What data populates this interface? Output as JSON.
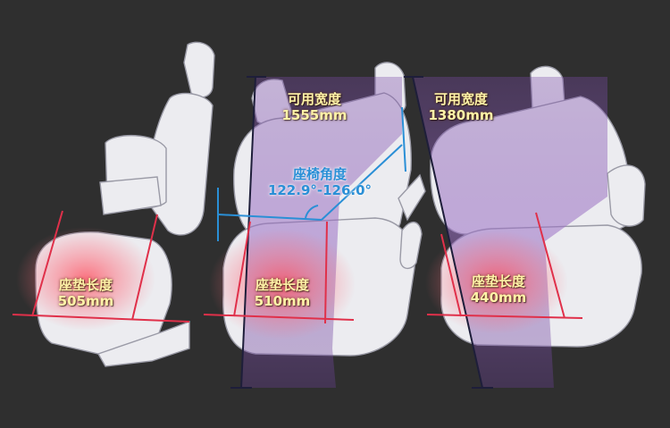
{
  "labels": {
    "front_cushion": {
      "name": "座垫长度",
      "value": "505mm"
    },
    "row2_width": {
      "name": "可用宽度",
      "value": "1555mm"
    },
    "row2_angle": {
      "name": "座椅角度",
      "value": "122.9°-126.0°"
    },
    "row2_cushion": {
      "name": "座垫长度",
      "value": "510mm"
    },
    "row3_width": {
      "name": "可用宽度",
      "value": "1380mm"
    },
    "row3_cushion": {
      "name": "座垫长度",
      "value": "440mm"
    }
  },
  "colors": {
    "background": "#2f2f2f",
    "seat": "#ececf0",
    "width_band": "#8a5fb0",
    "cushion_glow": "#ff5a5a",
    "measure_line_red": "#e0304a",
    "measure_line_dark": "#1e1e3a",
    "angle_line": "#2a8fd6",
    "label_text": "#fff3a8"
  }
}
